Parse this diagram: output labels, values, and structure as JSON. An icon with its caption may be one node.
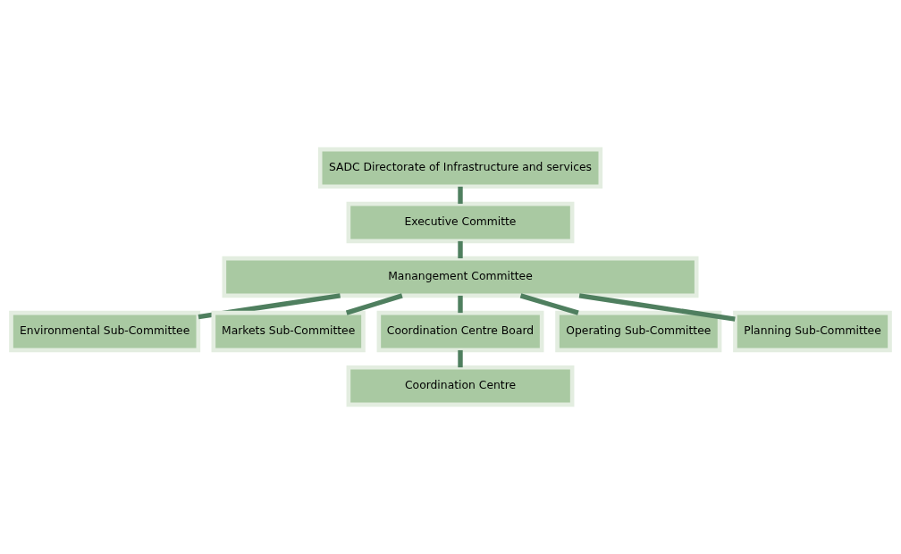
{
  "diagram": {
    "nodes": [
      {
        "text": [
          "SADC Directorate of Infrastructure and services"
        ]
      },
      {
        "text": [
          "Executive Committe"
        ]
      },
      {
        "text": [
          "Manangement Committee"
        ]
      },
      {
        "text": [
          "Environmental Sub-Committee"
        ]
      },
      {
        "text": [
          "Markets Sub-Committee"
        ]
      },
      {
        "text": [
          "Coordination Centre Board"
        ]
      },
      {
        "text": [
          "Operating Sub-Committee"
        ]
      },
      {
        "text": [
          "Planning Sub-Committee"
        ]
      },
      {
        "text": [
          "Coordination Centre"
        ]
      }
    ],
    "edges": [
      {
        "from": 0,
        "to": 1,
        "arrow": "none"
      },
      {
        "from": 1,
        "to": 2,
        "arrow": "none"
      },
      {
        "from": 2,
        "to": 3,
        "arrow": "none"
      },
      {
        "from": 2,
        "to": 4,
        "arrow": "none"
      },
      {
        "from": 2,
        "to": 5,
        "arrow": "none"
      },
      {
        "from": 2,
        "to": 6,
        "arrow": "none"
      },
      {
        "from": 2,
        "to": 7,
        "arrow": "none"
      },
      {
        "from": 5,
        "to": 8,
        "arrow": "none"
      }
    ]
  }
}
